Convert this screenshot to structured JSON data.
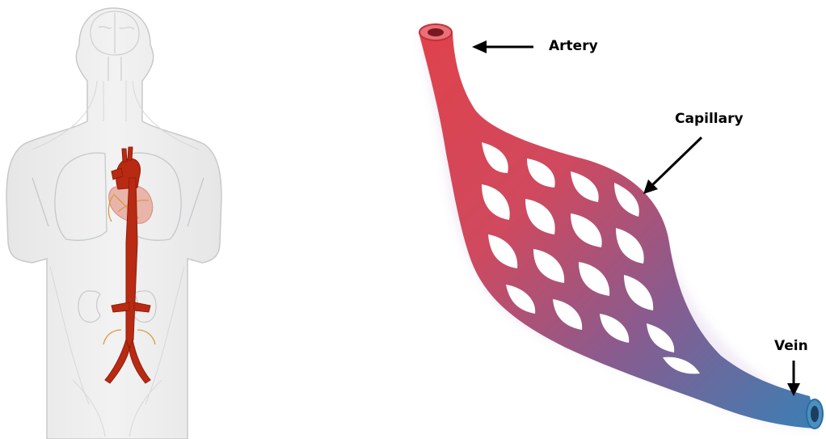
{
  "labels": {
    "artery": "Artery",
    "capillary": "Capillary",
    "vein": "Vein"
  },
  "colors": {
    "artery": "#e0424a",
    "vein": "#3a7fb5",
    "aorta": "#b92a12",
    "body_silhouette": "#efefef",
    "heart": "#e9b4aa",
    "arrow": "#000000"
  },
  "icons": {
    "body": "human-torso-aorta-illustration",
    "vessel": "capillary-bed-illustration"
  }
}
